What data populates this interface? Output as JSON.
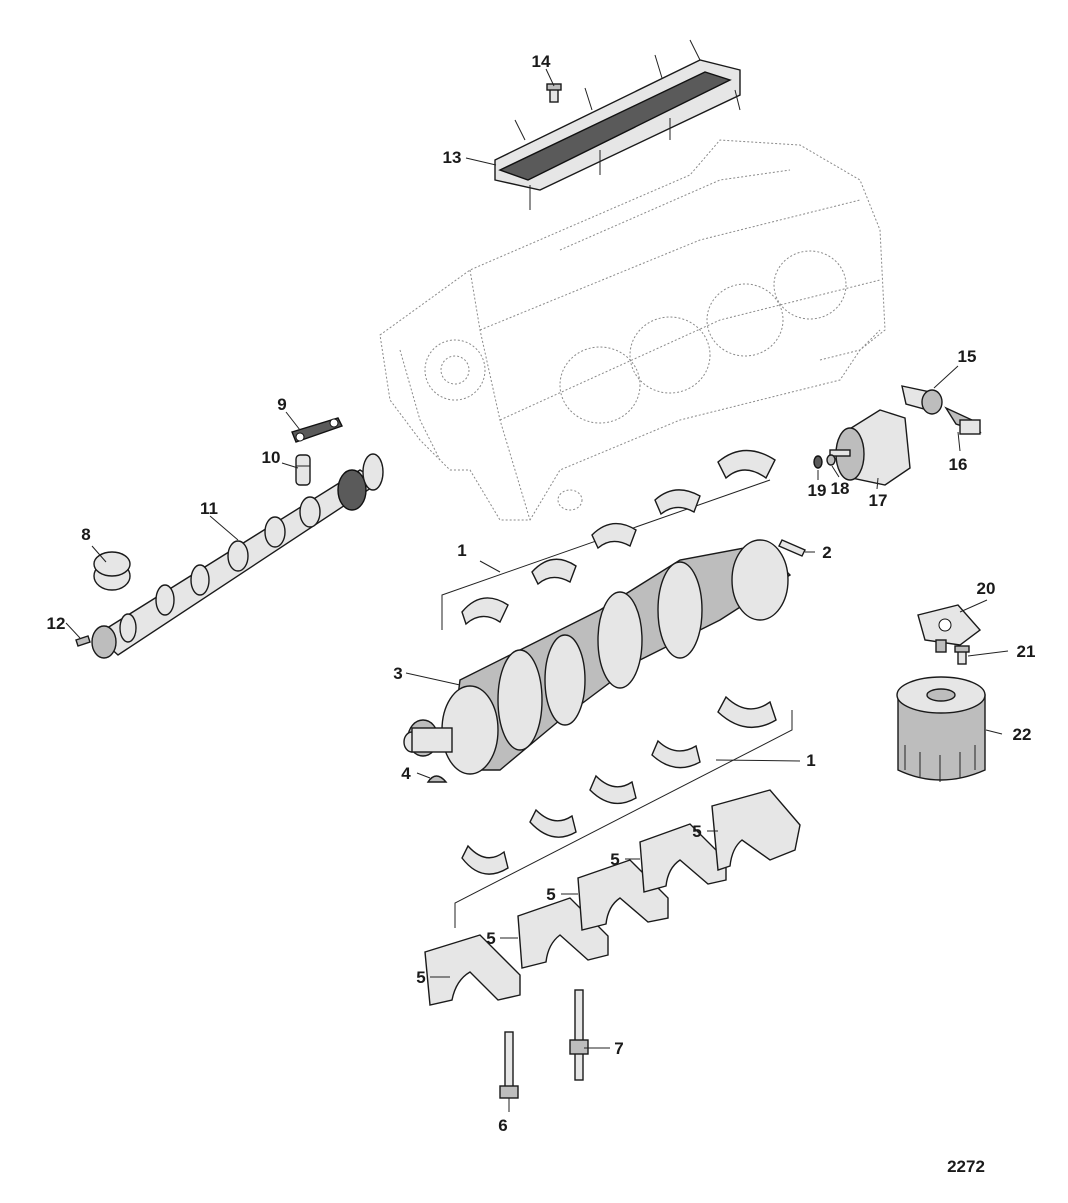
{
  "figure_number": "2272",
  "callouts": [
    {
      "id": "c1a",
      "label": "1"
    },
    {
      "id": "c1b",
      "label": "1"
    },
    {
      "id": "c2",
      "label": "2"
    },
    {
      "id": "c3",
      "label": "3"
    },
    {
      "id": "c4",
      "label": "4"
    },
    {
      "id": "c5a",
      "label": "5"
    },
    {
      "id": "c5b",
      "label": "5"
    },
    {
      "id": "c5c",
      "label": "5"
    },
    {
      "id": "c5d",
      "label": "5"
    },
    {
      "id": "c5e",
      "label": "5"
    },
    {
      "id": "c6",
      "label": "6"
    },
    {
      "id": "c7",
      "label": "7"
    },
    {
      "id": "c8",
      "label": "8"
    },
    {
      "id": "c9",
      "label": "9"
    },
    {
      "id": "c10",
      "label": "10"
    },
    {
      "id": "c11",
      "label": "11"
    },
    {
      "id": "c12",
      "label": "12"
    },
    {
      "id": "c13",
      "label": "13"
    },
    {
      "id": "c14",
      "label": "14"
    },
    {
      "id": "c15",
      "label": "15"
    },
    {
      "id": "c16",
      "label": "16"
    },
    {
      "id": "c17",
      "label": "17"
    },
    {
      "id": "c18",
      "label": "18"
    },
    {
      "id": "c19",
      "label": "19"
    },
    {
      "id": "c20",
      "label": "20"
    },
    {
      "id": "c21",
      "label": "21"
    },
    {
      "id": "c22",
      "label": "22"
    }
  ]
}
